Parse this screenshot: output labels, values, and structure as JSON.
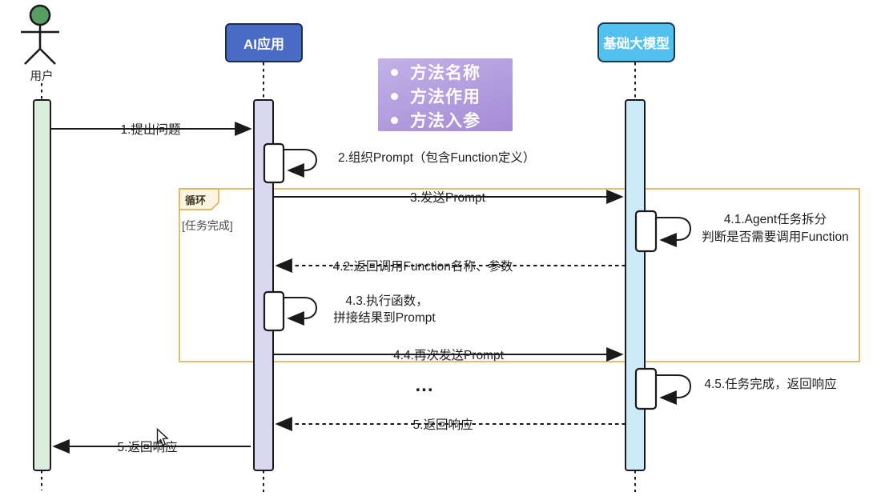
{
  "colors": {
    "background": "#ffffff",
    "line": "#1a1a1a",
    "actor_head": "#579e63",
    "user_bar_fill": "#dceede",
    "ai_box_fill": "#4a6bc5",
    "ai_box_border": "#1f2c4d",
    "ai_bar_fill": "#dad7f2",
    "model_box_fill": "#53c1f0",
    "model_box_border": "#17394e",
    "model_bar_fill": "#cdeafa",
    "loop_border": "#d9b45c",
    "loop_tab_fill": "#fdf5e1",
    "note_fill_start": "#c3b1e8",
    "note_fill_end": "#a58bd5",
    "note_text": "#ffffff"
  },
  "participants": {
    "user": {
      "label": "用户"
    },
    "ai_app": {
      "label": "AI应用"
    },
    "model": {
      "label": "基础大模型"
    }
  },
  "note": {
    "items": [
      {
        "text": "方法名称"
      },
      {
        "text": "方法作用"
      },
      {
        "text": "方法入参"
      }
    ]
  },
  "icons": {
    "bullet": "●"
  },
  "loop": {
    "label": "循环",
    "guard": "[任务完成]"
  },
  "messages": {
    "m1": {
      "label": "1.提出问题"
    },
    "m2": {
      "label": "2.组织Prompt（包含Function定义）"
    },
    "m3": {
      "label": "3.发送Prompt"
    },
    "m41": {
      "line1": "4.1.Agent任务拆分",
      "line2": "判断是否需要调用Function"
    },
    "m42": {
      "label": "4.2.返回调用Function名称、参数"
    },
    "m43": {
      "line1": "4.3.执行函数，",
      "line2": "拼接结果到Prompt"
    },
    "m44": {
      "label": "4.4.再次发送Prompt"
    },
    "m45": {
      "label": "4.5.任务完成，返回响应"
    },
    "m5_return": {
      "label": "5.返回响应"
    },
    "m5_final": {
      "label": "5.返回响应"
    },
    "ellipsis": {
      "label": "..."
    }
  }
}
